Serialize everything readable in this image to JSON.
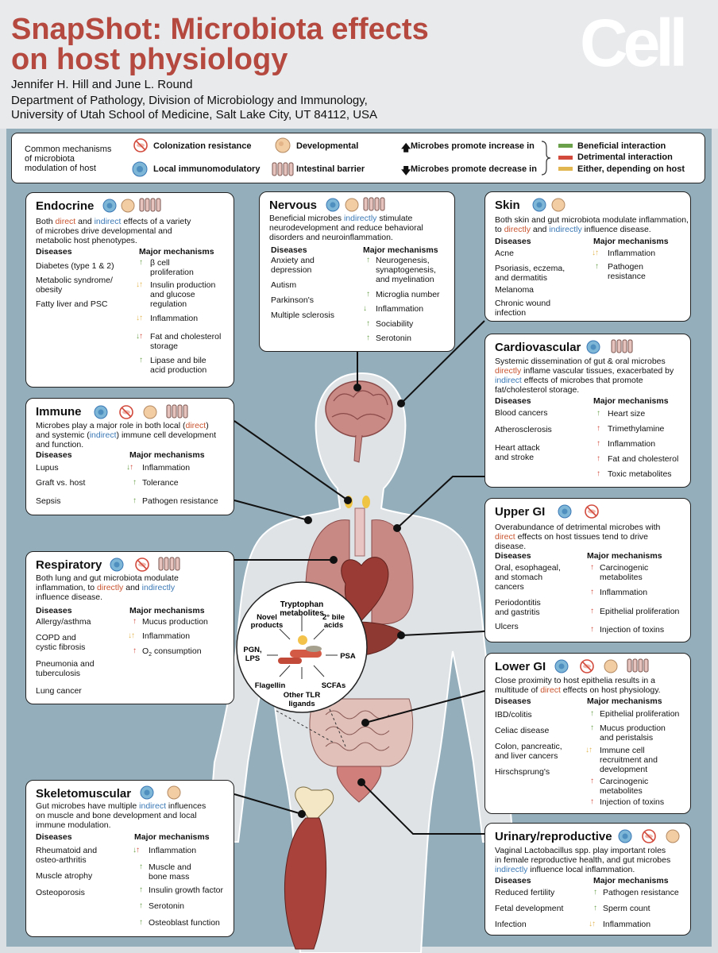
{
  "header": {
    "title_line1": "SnapShot: Microbiota effects",
    "title_line2": "on host physiology",
    "authors": "Jennifer H. Hill and June L. Round",
    "affiliation1": "Department of Pathology, Division of Microbiology and Immunology,",
    "affiliation2": "University of Utah School of Medicine, Salt Lake City, UT 84112, USA",
    "logo": "Cell"
  },
  "legend": {
    "intro1": "Common mechanisms",
    "intro2": "of microbiota",
    "intro3": "modulation of host",
    "colonization": "Colonization resistance",
    "local": "Local immunomodulatory",
    "developmental": "Developmental",
    "barrier": "Intestinal barrier",
    "increase": "Microbes promote increase in",
    "decrease": "Microbes promote decrease in",
    "beneficial": "Beneficial interaction",
    "detrimental": "Detrimental interaction",
    "either": "Either, depending on host",
    "colors": {
      "beneficial": "#6aa04a",
      "detrimental": "#d24a3c",
      "either": "#e1b54f"
    }
  },
  "colheads": {
    "diseases": "Diseases",
    "mechanisms": "Major mechanisms"
  },
  "endocrine": {
    "title": "Endocrine",
    "desc": [
      "Both ",
      "direct",
      " and ",
      "indirect",
      " effects of a variety"
    ],
    "desc2": "of microbes drive developmental and",
    "desc3": "metabolic host phenotypes.",
    "diseases": [
      "Diabetes (type 1 & 2)",
      "Metabolic syndrome/",
      "obesity",
      "Fatty liver and PSC"
    ],
    "mechanisms": [
      "β cell",
      "proliferation",
      "Insulin production",
      "and glucose",
      "regulation",
      "Inflammation",
      "Fat and cholesterol",
      "storage",
      "Lipase and bile",
      "acid production"
    ]
  },
  "nervous": {
    "title": "Nervous",
    "desc1a": "Beneficial microbes ",
    "desc1b": "indirectly",
    "desc1c": " stimulate",
    "desc2": "neurodevelopment and reduce behavioral",
    "desc3": "disorders and neuroinflammation.",
    "diseases": [
      "Anxiety and",
      "depression",
      "Autism",
      "Parkinson's",
      "Multiple sclerosis"
    ],
    "mechanisms": [
      "Neurogenesis,",
      "synaptogenesis,",
      "and myelination",
      "Microglia number",
      "Inflammation",
      "Sociability",
      "Serotonin"
    ]
  },
  "skin": {
    "title": "Skin",
    "desc1": "Both skin and gut microbiota modulate inflammation,",
    "desc2a": "to ",
    "desc2b": "directly",
    "desc2c": " and ",
    "desc2d": "indirectly",
    "desc2e": " influence disease.",
    "diseases": [
      "Acne",
      "Psoriasis, eczema,",
      "and dermatitis",
      "Melanoma",
      "Chronic wound",
      "infection"
    ],
    "mechanisms": [
      "Inflammation",
      "Pathogen",
      "resistance"
    ]
  },
  "cardio": {
    "title": "Cardiovascular",
    "desc1": "Systemic dissemination of gut & oral microbes",
    "desc2a": "directly",
    "desc2b": " inflame vascular tissues, exacerbated by",
    "desc3a": "indirect",
    "desc3b": " effects of microbes that promote",
    "desc4": "fat/cholesterol storage.",
    "diseases": [
      "Blood cancers",
      "Atherosclerosis",
      "Heart attack",
      "and stroke"
    ],
    "mechanisms": [
      "Heart size",
      "Trimethylamine",
      "Inflammation",
      "Fat and cholesterol",
      "Toxic metabolites"
    ]
  },
  "immune": {
    "title": "Immune",
    "desc1a": "Microbes play a major role in both local (",
    "desc1b": "direct",
    "desc1c": ")",
    "desc2a": "and systemic (",
    "desc2b": "indirect",
    "desc2c": ") immune cell development",
    "desc3": "and function.",
    "diseases": [
      "Lupus",
      "Graft vs. host",
      "Sepsis"
    ],
    "mechanisms": [
      "Inflammation",
      "Tolerance",
      "Pathogen resistance"
    ]
  },
  "upper": {
    "title": "Upper GI",
    "desc1": "Overabundance of detrimental microbes with",
    "desc2a": "direct",
    "desc2b": " effects on host tissues tend to drive",
    "desc3": "disease.",
    "diseases": [
      "Oral, esophageal,",
      "and stomach",
      "cancers",
      "Periodontitis",
      "and gastritis",
      "Ulcers"
    ],
    "mechanisms": [
      "Carcinogenic",
      "metabolites",
      "Inflammation",
      "Epithelial proliferation",
      "Injection of toxins"
    ]
  },
  "respiratory": {
    "title": "Respiratory",
    "desc1": "Both lung and gut microbiota modulate",
    "desc2a": "inflammation, to ",
    "desc2b": "directly",
    "desc2c": " and ",
    "desc2d": "indirectly",
    "desc3": "influence disease.",
    "diseases": [
      "Allergy/asthma",
      "COPD and",
      "cystic fibrosis",
      "Pneumonia and",
      "tuberculosis",
      "Lung cancer"
    ],
    "mechanisms": [
      "Mucus production",
      "Inflammation",
      "O",
      "2",
      " consumption"
    ]
  },
  "lower": {
    "title": "Lower GI",
    "desc1": "Close proximity to host epithelia results in a",
    "desc2a": "multitude of ",
    "desc2b": "direct",
    "desc2c": " effects on host physiology.",
    "diseases": [
      "IBD/colitis",
      "Celiac disease",
      "Colon, pancreatic,",
      "and liver cancers",
      "Hirschsprung's"
    ],
    "mechanisms": [
      "Epithelial proliferation",
      "Mucus production",
      "and peristalsis",
      "Immune cell",
      "recruitment and",
      "development",
      "Carcinogenic",
      "metabolites",
      "Injection of toxins"
    ]
  },
  "skeleto": {
    "title": "Skeletomuscular",
    "desc1a": "Gut microbes have multiple ",
    "desc1b": "indirect",
    "desc1c": " influences",
    "desc2": "on muscle and bone development and local",
    "desc3": "immune modulation.",
    "diseases": [
      "Rheumatoid and",
      "osteo-arthritis",
      "Muscle atrophy",
      "Osteoporosis"
    ],
    "mechanisms": [
      "Inflammation",
      "Muscle and",
      "bone mass",
      "Insulin growth factor",
      "Serotonin",
      "Osteoblast function"
    ]
  },
  "urinary": {
    "title": "Urinary/reproductive",
    "desc1": "Vaginal Lactobacillus spp. play important roles",
    "desc2": "in female reproductive health, and gut microbes",
    "desc3a": "indirectly",
    "desc3b": " influence local inflammation.",
    "diseases": [
      "Reduced fertility",
      "Fetal development",
      "Infection"
    ],
    "mechanisms": [
      "Pathogen resistance",
      "Sperm count",
      "Inflammation"
    ]
  },
  "gut_circle": {
    "tryptophan": "Tryptophan",
    "tryptophan2": "metabolites",
    "novel": "Novel",
    "novel2": "products",
    "bile": "2° bile",
    "bile2": "acids",
    "pgn": "PGN,",
    "lps": "LPS",
    "psa": "PSA",
    "flagellin": "Flagellin",
    "scfas": "SCFAs",
    "tlr": "Other TLR",
    "tlr2": "ligands"
  }
}
